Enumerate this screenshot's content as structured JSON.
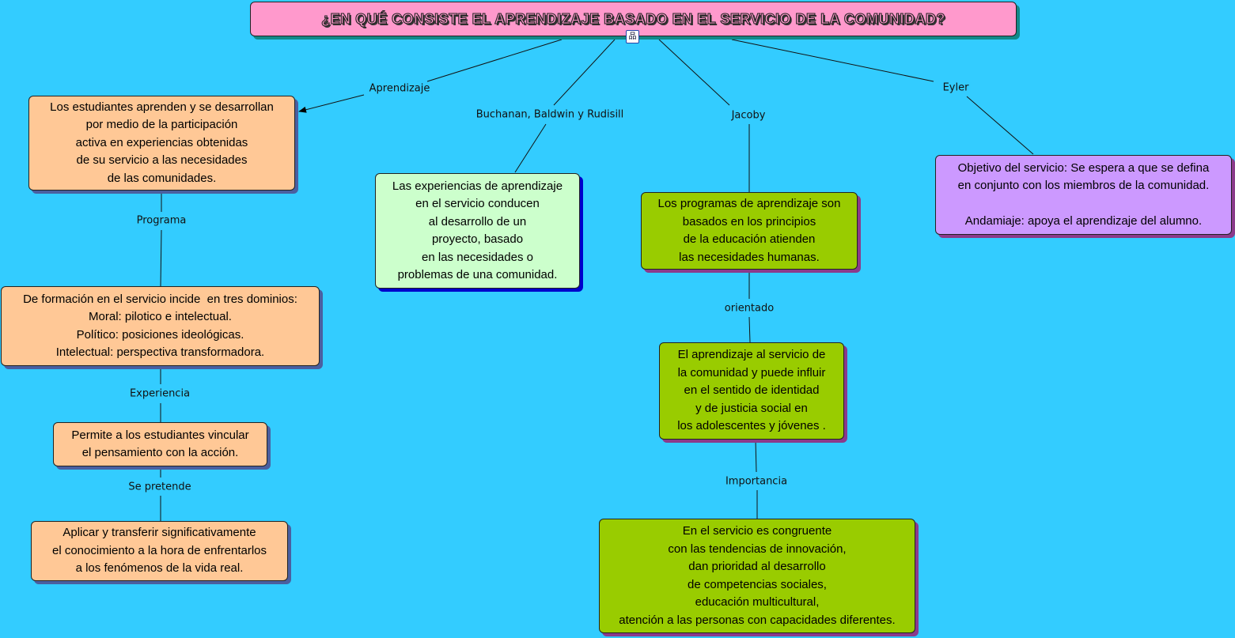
{
  "title": "¿EN QUÉ CONSISTE EL APRENDIZAJE BASADO EN EL SERVICIO DE LA COMUNIDAD?",
  "nodes": {
    "estudiantes": "Los estudiantes aprenden y se desarrollan\npor medio de la participación\nactiva en experiencias obtenidas\nde su servicio a las necesidades\nde las comunidades.",
    "experiencias": "Las experiencias de aprendizaje\nen el servicio conducen\nal desarrollo de un\nproyecto, basado\nen las necesidades o\nproblemas de una comunidad.",
    "programas": "Los programas de aprendizaje son\nbasados en los principios\nde la educación atienden\nlas necesidades humanas.",
    "objetivo": "Objetivo del servicio: Se espera a que se defina\nen conjunto con los miembros de la comunidad.\n\nAndamiaje: apoya el aprendizaje del alumno.",
    "formacion": "De formación en el servicio incide  en tres dominios:\nMoral: pilotico e intelectual.\nPolítico: posiciones ideológicas.\nIntelectual: perspectiva transformadora.",
    "permite": "Permite a los estudiantes vincular\nel pensamiento con la acción.",
    "aplicar": "Aplicar y transferir significativamente\nel conocimiento a la hora de enfrentarlos\na los fenómenos de la vida real.",
    "influir": "El aprendizaje al servicio de\nla comunidad y puede influir\nen el sentido de identidad\ny de justicia social en\nlos adolescentes y jóvenes .",
    "congruente": "En el servicio es congruente\ncon las tendencias de innovación,\ndan prioridad al desarrollo\nde competencias sociales,\neducación multicultural,\natención a las personas con capacidades diferentes."
  },
  "links": {
    "aprendizaje": "Aprendizaje",
    "buchanan": "Buchanan, Baldwin y Rudisill",
    "jacoby": "Jacoby",
    "eyler": "Eyler",
    "programa": "Programa",
    "experiencia": "Experiencia",
    "se_pretende": "Se pretende",
    "orientado": "orientado",
    "importancia": "Importancia"
  },
  "icons": {
    "map": "nested-map-icon"
  },
  "colors": {
    "background": "#33ccff",
    "title": "#ff99cc",
    "peach": "#ffc896",
    "light_green": "#ccffcc",
    "green": "#99cc00",
    "purple": "#cc99ff"
  }
}
